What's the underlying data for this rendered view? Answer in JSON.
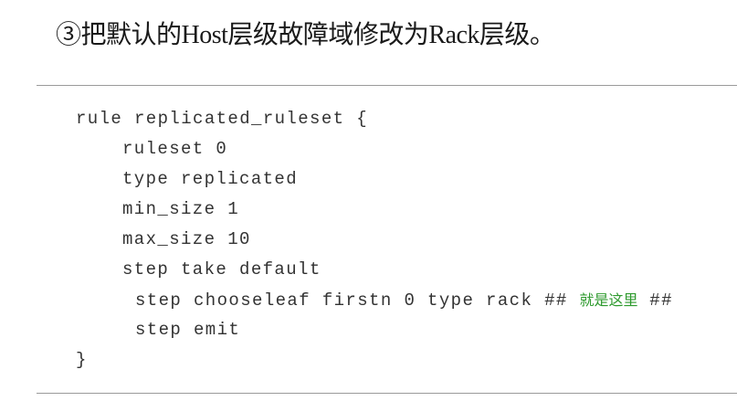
{
  "heading": "③把默认的Host层级故障域修改为Rack层级。",
  "code": {
    "lines": [
      "rule replicated_ruleset {",
      "ruleset 0",
      "type replicated",
      "min_size 1",
      "max_size 10",
      "step take default",
      "step chooseleaf firstn 0 type rack ## ",
      "step emit",
      "}"
    ],
    "comment": "就是这里",
    "comment_suffix": " ##",
    "comment_color": "#2e9a2e"
  }
}
